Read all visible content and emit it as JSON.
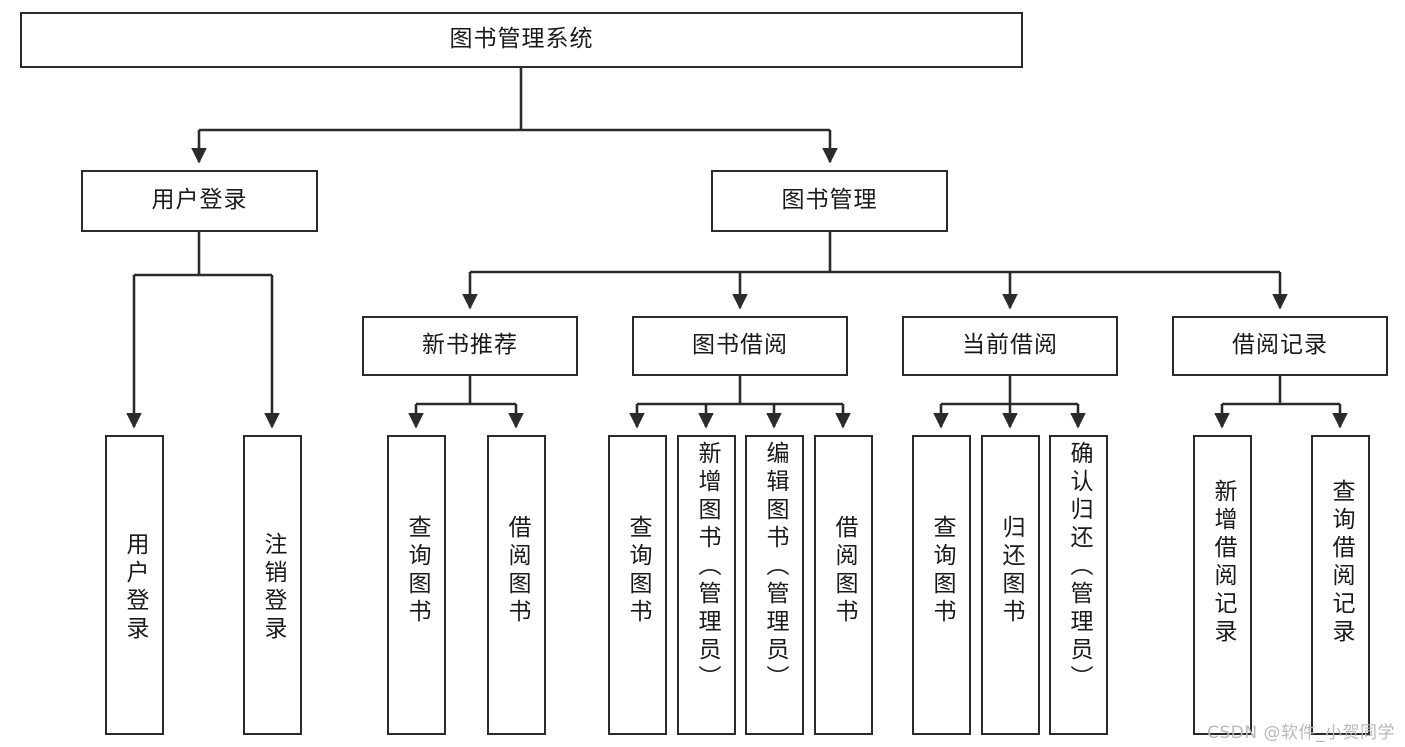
{
  "diagram": {
    "title": "图书管理系统",
    "type": "tree",
    "watermark": "CSDN @软件_小贺同学",
    "colors": {
      "box_border": "#2b2b2b",
      "box_fill": "#ffffff",
      "connector": "#2b2b2b",
      "text": "#1a1a1a",
      "watermark": "#b9b9b9"
    },
    "nodes": {
      "root": {
        "label": "图书管理系统",
        "level": 1,
        "orientation": "horizontal"
      },
      "l2": [
        {
          "id": "user-login",
          "label": "用户登录",
          "level": 2,
          "orientation": "horizontal"
        },
        {
          "id": "book-manage",
          "label": "图书管理",
          "level": 2,
          "orientation": "horizontal"
        }
      ],
      "l3": [
        {
          "id": "new-book-rec",
          "label": "新书推荐",
          "level": 3,
          "orientation": "horizontal",
          "parent": "book-manage"
        },
        {
          "id": "book-borrow",
          "label": "图书借阅",
          "level": 3,
          "orientation": "horizontal",
          "parent": "book-manage"
        },
        {
          "id": "current-borrow",
          "label": "当前借阅",
          "level": 3,
          "orientation": "horizontal",
          "parent": "book-manage"
        },
        {
          "id": "borrow-record",
          "label": "借阅记录",
          "level": 3,
          "orientation": "horizontal",
          "parent": "book-manage"
        }
      ],
      "leaves": [
        {
          "id": "leaf-user-login",
          "label": "用户登录",
          "parent": "user-login",
          "orientation": "vertical"
        },
        {
          "id": "leaf-logout",
          "label": "注销登录",
          "parent": "user-login",
          "orientation": "vertical"
        },
        {
          "id": "leaf-query-book-1",
          "label": "查询图书",
          "parent": "new-book-rec",
          "orientation": "vertical"
        },
        {
          "id": "leaf-borrow-book-1",
          "label": "借阅图书",
          "parent": "new-book-rec",
          "orientation": "vertical"
        },
        {
          "id": "leaf-query-book-2",
          "label": "查询图书",
          "parent": "book-borrow",
          "orientation": "vertical"
        },
        {
          "id": "leaf-add-book",
          "label": "新增图书（管理员）",
          "parent": "book-borrow",
          "orientation": "vertical"
        },
        {
          "id": "leaf-edit-book",
          "label": "编辑图书（管理员）",
          "parent": "book-borrow",
          "orientation": "vertical"
        },
        {
          "id": "leaf-borrow-book-2",
          "label": "借阅图书",
          "parent": "book-borrow",
          "orientation": "vertical"
        },
        {
          "id": "leaf-query-book-3",
          "label": "查询图书",
          "parent": "current-borrow",
          "orientation": "vertical"
        },
        {
          "id": "leaf-return-book",
          "label": "归还图书",
          "parent": "current-borrow",
          "orientation": "vertical"
        },
        {
          "id": "leaf-confirm-return",
          "label": "确认归还（管理员）",
          "parent": "current-borrow",
          "orientation": "vertical"
        },
        {
          "id": "leaf-add-record",
          "label": "新增借阅记录",
          "parent": "borrow-record",
          "orientation": "vertical"
        },
        {
          "id": "leaf-query-record",
          "label": "查询借阅记录",
          "parent": "borrow-record",
          "orientation": "vertical"
        }
      ]
    }
  }
}
